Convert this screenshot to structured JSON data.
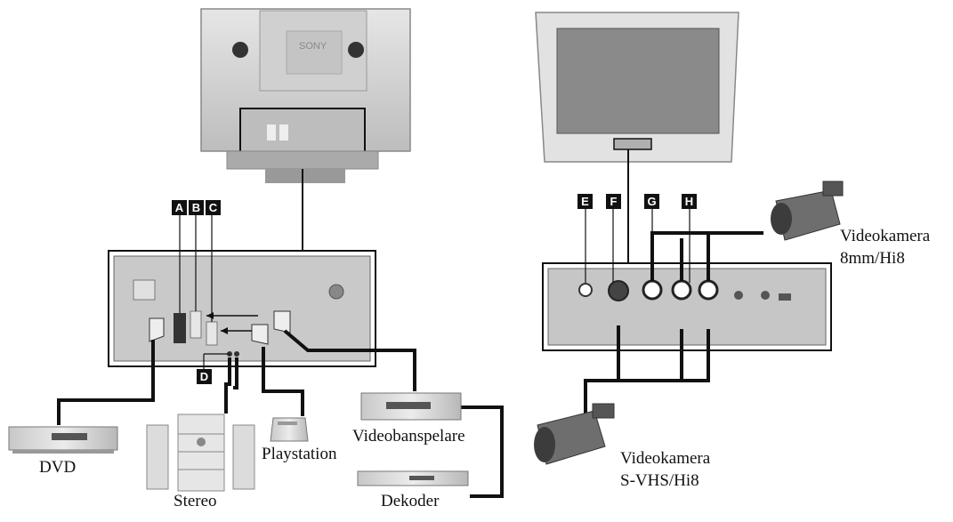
{
  "diagram": {
    "badges": [
      "A",
      "B",
      "C",
      "D",
      "E",
      "F",
      "G",
      "H"
    ],
    "devices": {
      "dvd": "DVD",
      "stereo": "Stereo",
      "playstation": "Playstation",
      "videoplayer": "Videobanspelare",
      "decoder": "Dekoder",
      "camera_top": [
        "Videokamera",
        "8mm/Hi8"
      ],
      "camera_bottom": [
        "Videokamera",
        "S-VHS/Hi8"
      ]
    },
    "brand": "SONY",
    "colors": {
      "ink": "#111111",
      "panel": "#d6d6d6",
      "device": "#cfcfcf",
      "background": "#ffffff"
    }
  }
}
